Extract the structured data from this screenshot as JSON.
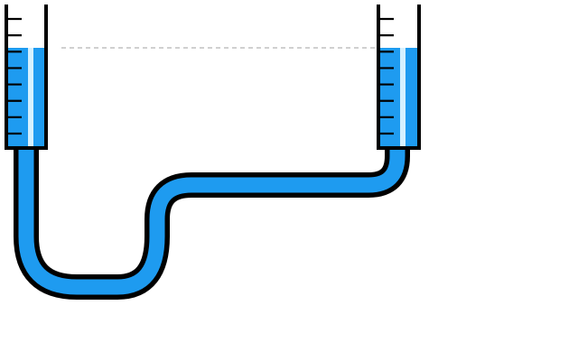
{
  "diagram": {
    "kind": "connected-vessels",
    "colors": {
      "water": "#1e9bf0",
      "glass_outline": "#000000",
      "highlight": "#d6f1ff",
      "level_line": "#b3b3b3",
      "background": "#ffffff"
    },
    "left_tube": {
      "tick_marks": 8
    },
    "right_tube": {
      "tick_marks": 8
    },
    "water_level": "equal"
  }
}
